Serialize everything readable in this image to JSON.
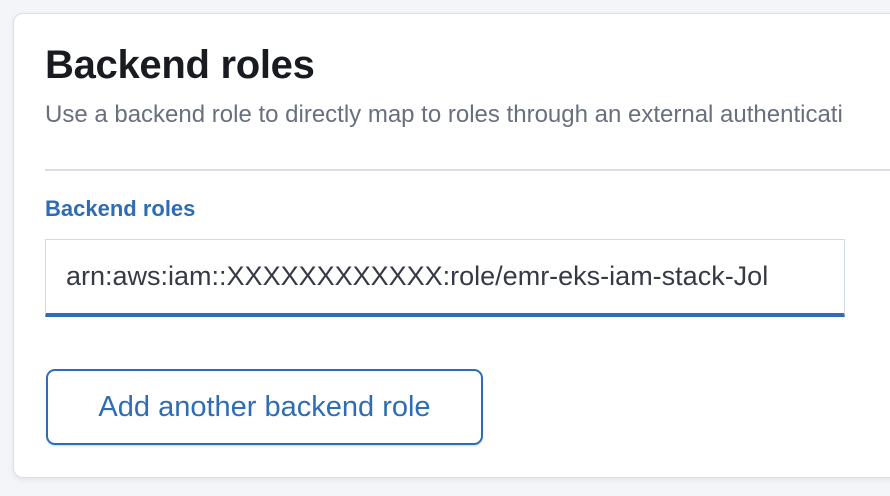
{
  "colors": {
    "accent": "#2e6db4",
    "page_bg": "#f3f5f8",
    "panel_bg": "#ffffff",
    "panel_border": "#dadfe8",
    "divider": "#d8dde6",
    "title_text": "#181b20",
    "body_text": "#69707d",
    "input_text": "#353a44",
    "input_border": "#d3dae6"
  },
  "panel": {
    "title": "Backend roles",
    "description": "Use a backend role to directly map to roles through an external authenticati"
  },
  "form": {
    "label": "Backend roles",
    "input_value": "arn:aws:iam::XXXXXXXXXXXX:role/emr-eks-iam-stack-Jol",
    "add_button_label": "Add another backend role"
  }
}
